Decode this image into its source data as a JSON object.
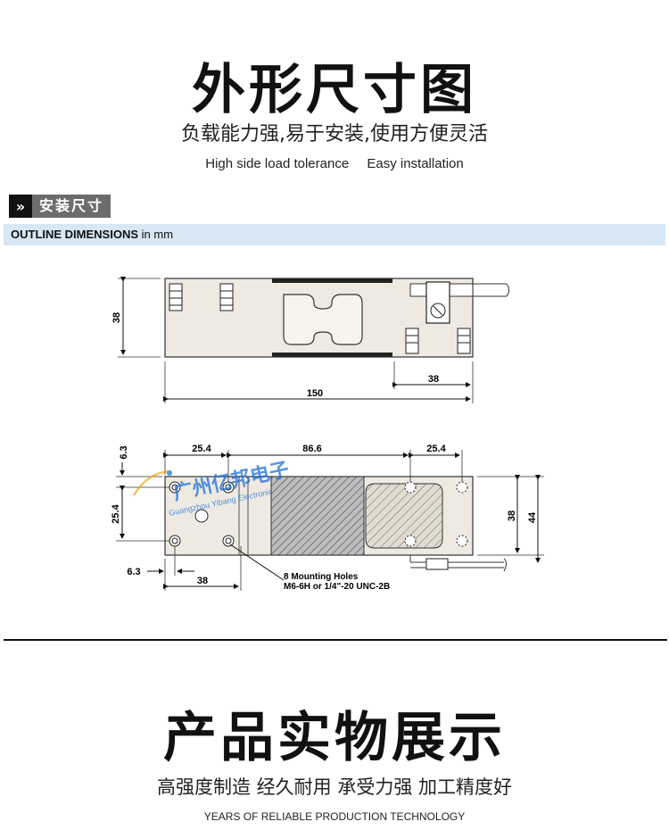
{
  "header": {
    "title": "外形尺寸图",
    "subtitle": "负载能力强,易于安装,使用方便灵活",
    "features_en": [
      "High side load tolerance",
      "Easy installation"
    ]
  },
  "section": {
    "tag_label": "安装尺寸",
    "bar_title": "OUTLINE DIMENSIONS",
    "bar_unit": "in mm"
  },
  "drawing": {
    "side_view": {
      "height_dim": "38",
      "length_dim": "150",
      "cable_offset_dim": "38"
    },
    "top_view": {
      "edge_offset_top": "6.3",
      "hole_spacing_left": "25.4",
      "center_span": "86.6",
      "hole_spacing_right": "25.4",
      "hole_spacing_vertical": "25.4",
      "width_inner": "38",
      "width_outer": "44",
      "edge_offset_left": "6.3",
      "mount_span": "38",
      "note_line1": "8 Mounting Holes",
      "note_line2": "M6-6H or 1/4\"-20 UNC-2B"
    },
    "watermark": {
      "cn": "广州亿邦电子",
      "en": "Guangzhou Yibang Electronic"
    }
  },
  "showcase": {
    "title": "产品实物展示",
    "subtitle": "高强度制造 经久耐用 承受力强 加工精度好",
    "tagline": "YEARS OF RELIABLE PRODUCTION TECHNOLOGY"
  }
}
